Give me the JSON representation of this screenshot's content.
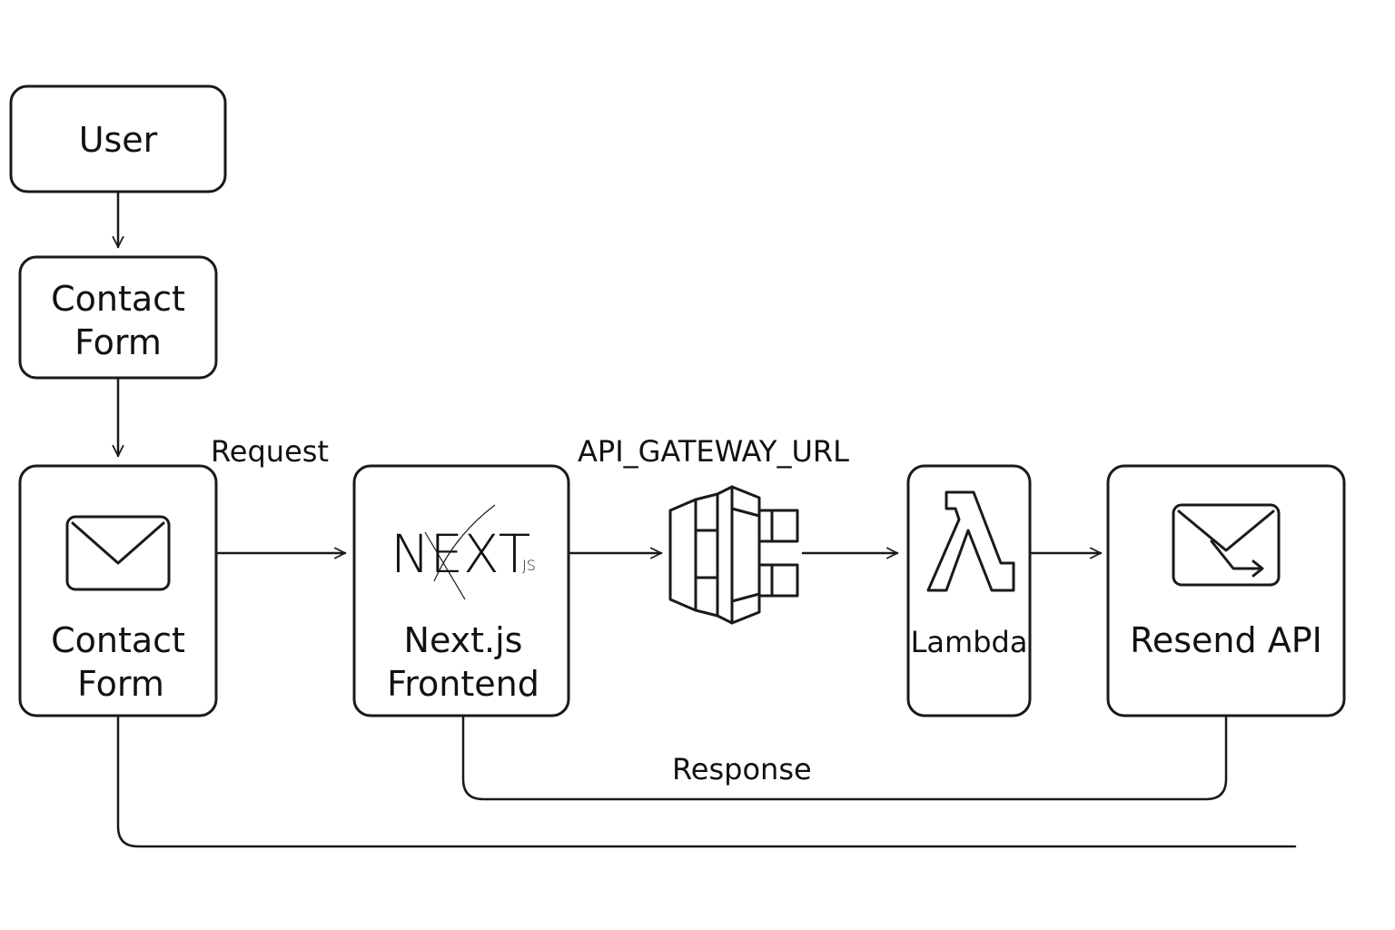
{
  "nodes": {
    "user": {
      "label": "User"
    },
    "contact_form_top": {
      "line1": "Contact",
      "line2": "Form"
    },
    "contact_form_main": {
      "line1": "Contact",
      "line2": "Form",
      "icon": "envelope-icon"
    },
    "nextjs": {
      "line1": "Next.js",
      "line2": "Frontend",
      "logo_main": "NEXT",
      "logo_sub": "JS",
      "icon": "nextjs-logo"
    },
    "api_gateway": {
      "icon": "api-gateway-icon"
    },
    "lambda": {
      "label": "Lambda",
      "icon": "lambda-icon"
    },
    "resend": {
      "label": "Resend API",
      "icon": "envelope-send-icon"
    }
  },
  "edges": {
    "request": {
      "label": "Request"
    },
    "api_gateway_url": {
      "label": "API_GATEWAY_URL"
    },
    "response": {
      "label": "Response"
    }
  },
  "colors": {
    "stroke": "#1a1a1a",
    "background": "#ffffff",
    "text": "#111111"
  }
}
